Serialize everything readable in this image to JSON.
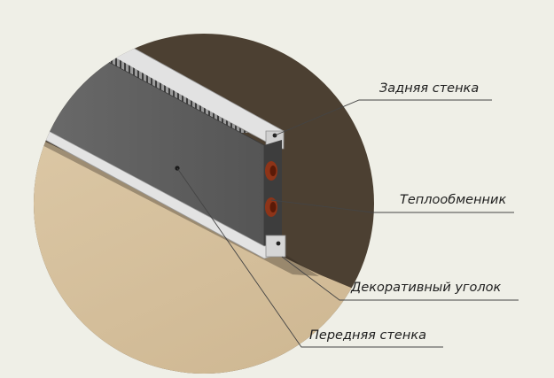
{
  "callouts": {
    "back_wall": "Задняя стенка",
    "heat_exchanger": "Теплообменник",
    "decorative_corner": "Декоративный уголок",
    "front_wall": "Передняя стенка"
  },
  "colors": {
    "background": "#efefe7",
    "wall_dark": "#4c4032",
    "floor_beige": "#d4bd99",
    "panel_grey": "#5f5f5f",
    "trim_light": "#e3e3e3",
    "pipe_copper": "#8e3418"
  }
}
